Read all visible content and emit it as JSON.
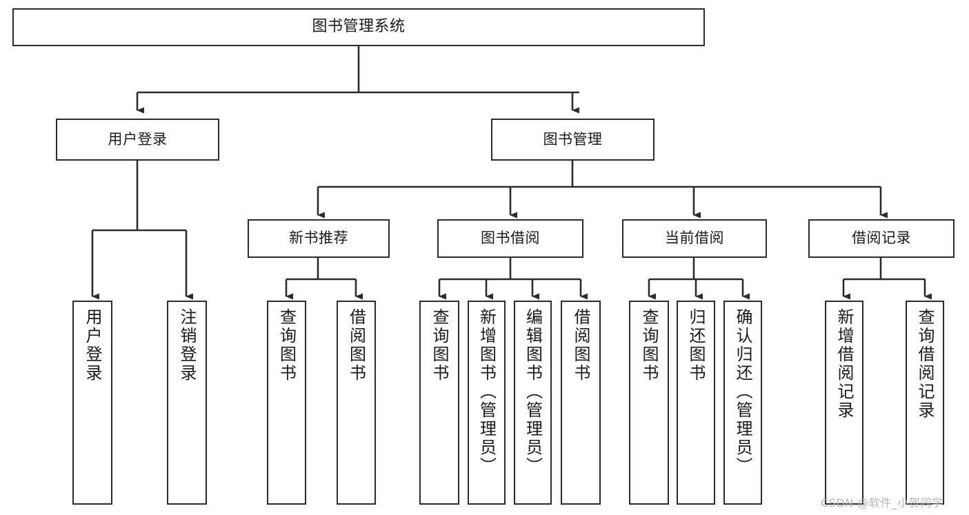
{
  "diagram": {
    "type": "tree",
    "title": "图书管理系统",
    "orientation": "top-down",
    "colors": {
      "box_border": "#2b2b2b",
      "box_fill": "#ffffff",
      "edge": "#2b2b2b",
      "text": "#1a1a1a",
      "watermark": "#b6b6b6",
      "background": "#ffffff"
    },
    "nodes": {
      "root": {
        "label": "图书管理系统",
        "level": 1,
        "orientation": "horizontal"
      },
      "l2": [
        {
          "id": "user-login",
          "label": "用户登录",
          "level": 2,
          "orientation": "horizontal"
        },
        {
          "id": "book-manage",
          "label": "图书管理",
          "level": 2,
          "orientation": "horizontal"
        }
      ],
      "l3": [
        {
          "id": "new-book-rec",
          "label": "新书推荐",
          "level": 3,
          "orientation": "horizontal",
          "parent": "book-manage"
        },
        {
          "id": "book-borrow",
          "label": "图书借阅",
          "level": 3,
          "orientation": "horizontal",
          "parent": "book-manage"
        },
        {
          "id": "current-borrow",
          "label": "当前借阅",
          "level": 3,
          "orientation": "horizontal",
          "parent": "book-manage"
        },
        {
          "id": "borrow-record",
          "label": "借阅记录",
          "level": 3,
          "orientation": "horizontal",
          "parent": "book-manage"
        }
      ],
      "leaves": [
        {
          "id": "leaf-user-login",
          "label": "用户登录",
          "level": 3,
          "orientation": "vertical",
          "parent": "user-login"
        },
        {
          "id": "leaf-user-logout",
          "label": "注销登录",
          "level": 3,
          "orientation": "vertical",
          "parent": "user-login"
        },
        {
          "id": "leaf-rec-query",
          "label": "查询图书",
          "level": 4,
          "orientation": "vertical",
          "parent": "new-book-rec"
        },
        {
          "id": "leaf-rec-borrow",
          "label": "借阅图书",
          "level": 4,
          "orientation": "vertical",
          "parent": "new-book-rec"
        },
        {
          "id": "leaf-borrow-query",
          "label": "查询图书",
          "level": 4,
          "orientation": "vertical",
          "parent": "book-borrow"
        },
        {
          "id": "leaf-borrow-add",
          "label": "新增图书（管理员）",
          "level": 4,
          "orientation": "vertical",
          "parent": "book-borrow"
        },
        {
          "id": "leaf-borrow-edit",
          "label": "编辑图书（管理员）",
          "level": 4,
          "orientation": "vertical",
          "parent": "book-borrow"
        },
        {
          "id": "leaf-borrow-do",
          "label": "借阅图书",
          "level": 4,
          "orientation": "vertical",
          "parent": "book-borrow"
        },
        {
          "id": "leaf-cur-query",
          "label": "查询图书",
          "level": 4,
          "orientation": "vertical",
          "parent": "current-borrow"
        },
        {
          "id": "leaf-cur-return",
          "label": "归还图书",
          "level": 4,
          "orientation": "vertical",
          "parent": "current-borrow"
        },
        {
          "id": "leaf-cur-confirm",
          "label": "确认归还（管理员）",
          "level": 4,
          "orientation": "vertical",
          "parent": "current-borrow"
        },
        {
          "id": "leaf-rec-add",
          "label": "新增借阅记录",
          "level": 4,
          "orientation": "vertical",
          "parent": "borrow-record"
        },
        {
          "id": "leaf-rec-search",
          "label": "查询借阅记录",
          "level": 4,
          "orientation": "vertical",
          "parent": "borrow-record"
        }
      ]
    },
    "watermark": "CSDN @软件_小贺同学"
  }
}
